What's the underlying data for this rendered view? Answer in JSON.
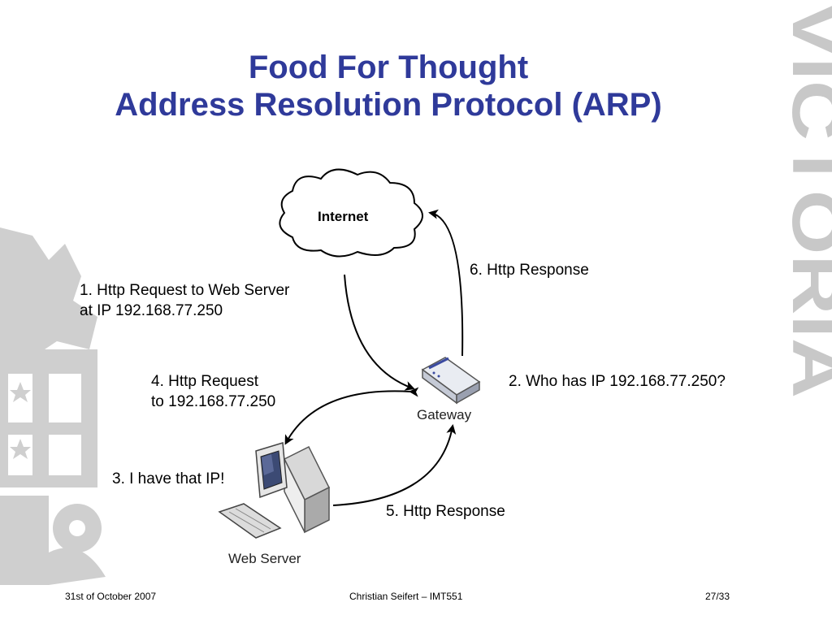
{
  "slide": {
    "title_line1": "Food For Thought",
    "title_line2": "Address Resolution Protocol (ARP)",
    "watermark": "VICTORIA"
  },
  "diagram": {
    "nodes": {
      "internet": "Internet",
      "gateway": "Gateway",
      "web_server": "Web Server"
    },
    "steps": {
      "step1_line1": "1. Http Request to Web Server",
      "step1_line2": "at IP 192.168.77.250",
      "step2": "2. Who has IP 192.168.77.250?",
      "step3": "3. I have that IP!",
      "step4_line1": "4. Http Request",
      "step4_line2": "to 192.168.77.250",
      "step5": "5. Http Response",
      "step6": "6. Http Response"
    }
  },
  "footer": {
    "date": "31st of October 2007",
    "author": "Christian Seifert – IMT551",
    "page": "27/33"
  },
  "colors": {
    "title": "#2f3a9a",
    "watermark": "#c8c8c8"
  }
}
